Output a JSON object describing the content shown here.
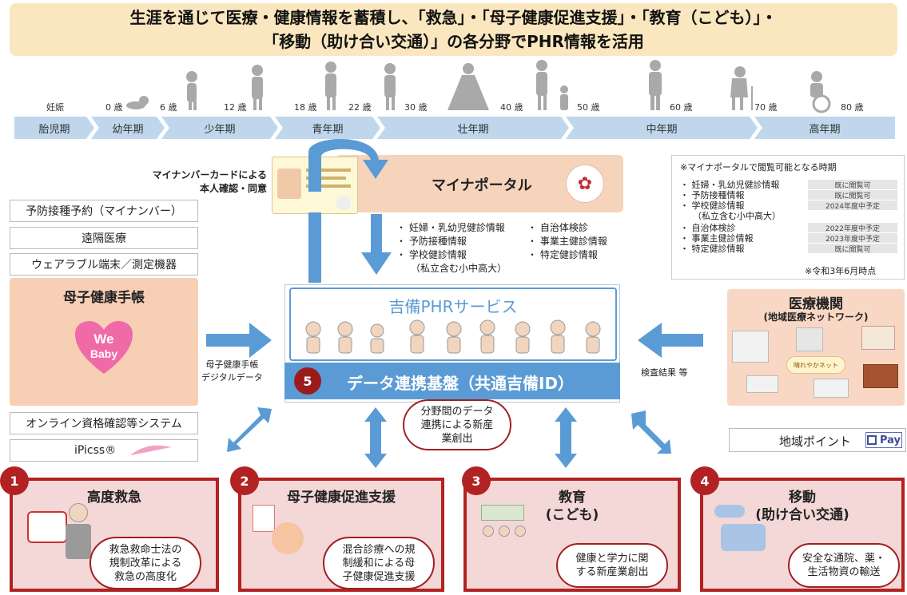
{
  "title": {
    "line1": "生涯を通じて医療・健康情報を蓄積し、「救急」・「母子健康促進支援」・「教育（こども）」・",
    "line2": "「移動（助け合い交通）」の各分野でPHR情報を活用"
  },
  "timeline": {
    "ages": [
      "妊娠",
      "0 歳",
      "6 歳",
      "12 歳",
      "18 歳",
      "22 歳",
      "30 歳",
      "40 歳",
      "50 歳",
      "60 歳",
      "70 歳",
      "80 歳"
    ],
    "stages": [
      "胎児期",
      "幼年期",
      "少年期",
      "青年期",
      "壮年期",
      "中年期",
      "高年期"
    ]
  },
  "left_column": {
    "items": [
      "予防接種予約（マイナンバー）",
      "遠隔医療",
      "ウェアラブル端末／測定機器"
    ],
    "maternal_handbook": "母子健康手帳",
    "logo_text": [
      "We",
      "Baby"
    ],
    "lower_items": [
      "オンライン資格確認等システム",
      "iPicss®"
    ]
  },
  "myna": {
    "card_caption": [
      "マイナンバーカードによる",
      "本人確認・同意"
    ],
    "portal_label": "マイナポータル",
    "info_left": [
      "妊婦・乳幼児健診情報",
      "予防接種情報",
      "学校健診情報",
      "（私立含む小中高大）"
    ],
    "info_right": [
      "自治体検診",
      "事業主健診情報",
      "特定健診情報"
    ]
  },
  "info_box": {
    "heading": "※マイナポータルで閲覧可能となる時期",
    "rows": [
      {
        "label": "妊婦・乳幼児健診情報",
        "status": "既に閲覧可"
      },
      {
        "label": "予防接種情報",
        "status": "既に閲覧可"
      },
      {
        "label": "学校健診情報",
        "status": "2024年度中予定"
      },
      {
        "label": "（私立含む小中高大）",
        "status": ""
      },
      {
        "label": "自治体検診",
        "status": "2022年度中予定"
      },
      {
        "label": "事業主健診情報",
        "status": "2023年度中予定"
      },
      {
        "label": "特定健診情報",
        "status": "既に閲覧可"
      }
    ],
    "footnote": "※令和3年6月時点"
  },
  "phr": {
    "service_name": "吉備PHRサービス",
    "base_number": "5",
    "base_label": "データ連携基盤（共通吉備ID）"
  },
  "flows": {
    "maternal_to_phr": [
      "母子健康手帳",
      "デジタルデータ"
    ],
    "medical_to_phr": "検査結果 等",
    "center_bubble": [
      "分野間のデータ",
      "連携による新産",
      "業創出"
    ]
  },
  "medical": {
    "title": "医療機関",
    "subtitle": "(地域医療ネットワーク)",
    "network_sign": "晴れやかネット"
  },
  "regional_points": {
    "label": "地域ポイント",
    "pay": "Pay"
  },
  "domains": [
    {
      "num": "1",
      "title": "高度救急",
      "bubble": [
        "救急救命士法の",
        "規制改革による",
        "救急の高度化"
      ]
    },
    {
      "num": "2",
      "title": "母子健康促進支援",
      "bubble": [
        "混合診療への規",
        "制緩和による母",
        "子健康促進支援"
      ]
    },
    {
      "num": "3",
      "title": "教育",
      "title2": "(こども)",
      "bubble": [
        "健康と学力に関",
        "する新産業創出"
      ]
    },
    {
      "num": "4",
      "title": "移動",
      "title2": "(助け合い交通)",
      "bubble": [
        "安全な通院、薬・",
        "生活物資の輸送"
      ]
    }
  ],
  "colors": {
    "banner": "#fbe7bf",
    "stage_band": "#bfd6ec",
    "arrow_blue": "#5b9bd5",
    "domain_border": "#b22222",
    "domain_fill": "#f4d7d7",
    "peach": "#f6d4bc"
  }
}
